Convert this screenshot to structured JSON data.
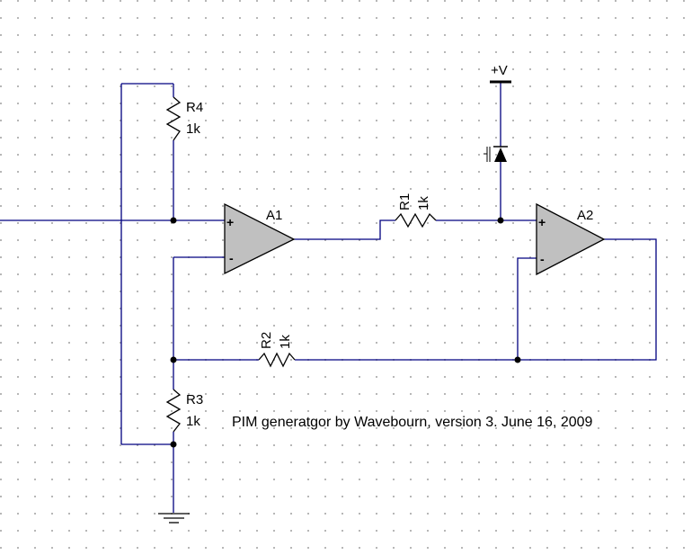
{
  "caption": "PIM generatgor by Wavebourn, version 3. June 16, 2009",
  "components": {
    "r1": {
      "name": "R1",
      "value": "1k"
    },
    "r2": {
      "name": "R2",
      "value": "1k"
    },
    "r3": {
      "name": "R3",
      "value": "1k"
    },
    "r4": {
      "name": "R4",
      "value": "1k"
    },
    "a1": {
      "name": "A1",
      "plus": "+",
      "minus": "-"
    },
    "a2": {
      "name": "A2",
      "plus": "+",
      "minus": "-"
    },
    "supply": {
      "label": "+V"
    }
  },
  "colors": {
    "wire": "#000080",
    "opamp_fill": "#c0c0c0",
    "grid_dot": "#a0a0a0"
  }
}
